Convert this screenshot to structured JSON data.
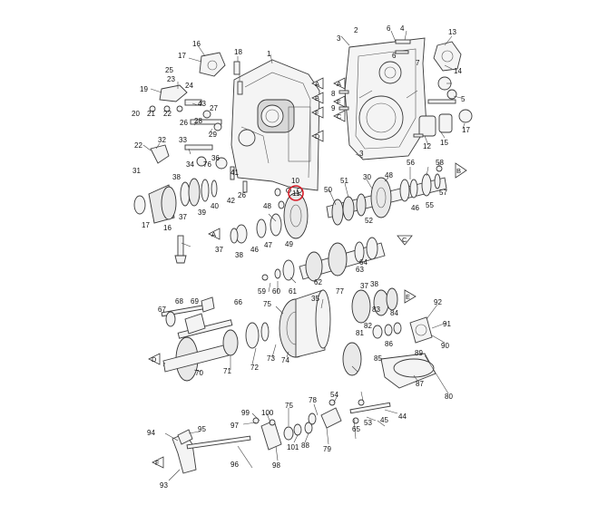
{
  "callouts": [
    "1",
    "2",
    "3",
    "3",
    "4",
    "5",
    "6",
    "6",
    "7",
    "8",
    "9",
    "10",
    "11",
    "12",
    "13",
    "14",
    "15",
    "16",
    "16",
    "17",
    "17",
    "17",
    "18",
    "19",
    "20",
    "21",
    "22",
    "22",
    "23",
    "24",
    "25",
    "26",
    "26",
    "27",
    "28",
    "29",
    "30",
    "31",
    "32",
    "33",
    "34",
    "35",
    "36",
    "37",
    "37",
    "37",
    "38",
    "38",
    "38",
    "39",
    "40",
    "41",
    "42",
    "43",
    "44",
    "45",
    "46",
    "46",
    "47",
    "48",
    "48",
    "49",
    "50",
    "51",
    "52",
    "53",
    "54",
    "55",
    "56",
    "57",
    "58",
    "59",
    "60",
    "61",
    "62",
    "63",
    "64",
    "65",
    "66",
    "67",
    "68",
    "69",
    "70",
    "71",
    "72",
    "73",
    "74",
    "75",
    "75",
    "76",
    "77",
    "78",
    "79",
    "80",
    "81",
    "82",
    "83",
    "84",
    "85",
    "86",
    "87",
    "88",
    "89",
    "90",
    "91",
    "92",
    "93",
    "94",
    "95",
    "96",
    "97",
    "98",
    "99",
    "100",
    "101"
  ],
  "reference_markers": {
    "A": "A",
    "B": "B",
    "C": "C",
    "D": "D",
    "E": "E",
    "F": "F"
  },
  "highlighted_callout": "11",
  "colors": {
    "highlight": "#d81e2a",
    "line": "#333333",
    "fill": "#f4f4f4"
  }
}
